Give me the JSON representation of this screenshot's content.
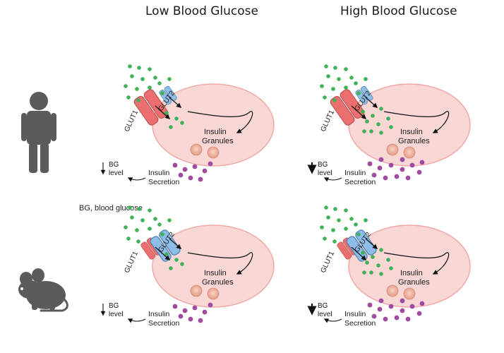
{
  "columns": {
    "low": "Low Blood Glucose",
    "high": "High Blood Glucose"
  },
  "footnote": "BG, blood glucose",
  "labels": {
    "glut1": "GLUT1",
    "glut2": "GLUT2",
    "insulin": "Insulin",
    "granules": "Granules",
    "bg": "BG",
    "level": "level",
    "secretion_1": "Insulin",
    "secretion_2": "Secretion"
  },
  "rows": [
    {
      "organism": "human",
      "organism_icon": "human-silhouette-icon"
    },
    {
      "organism": "mouse",
      "organism_icon": "mouse-silhouette-icon"
    }
  ],
  "colors": {
    "cell_fill": "#f9d7d5",
    "cell_stroke": "#f0a9a6",
    "glucose": "#3fb257",
    "glut1": "#ec6f6f",
    "glut2": "#8dbde8",
    "insulin_secreted": "#a04aa0",
    "granule": "#efb39c",
    "silhouette": "#5b5b5b"
  }
}
